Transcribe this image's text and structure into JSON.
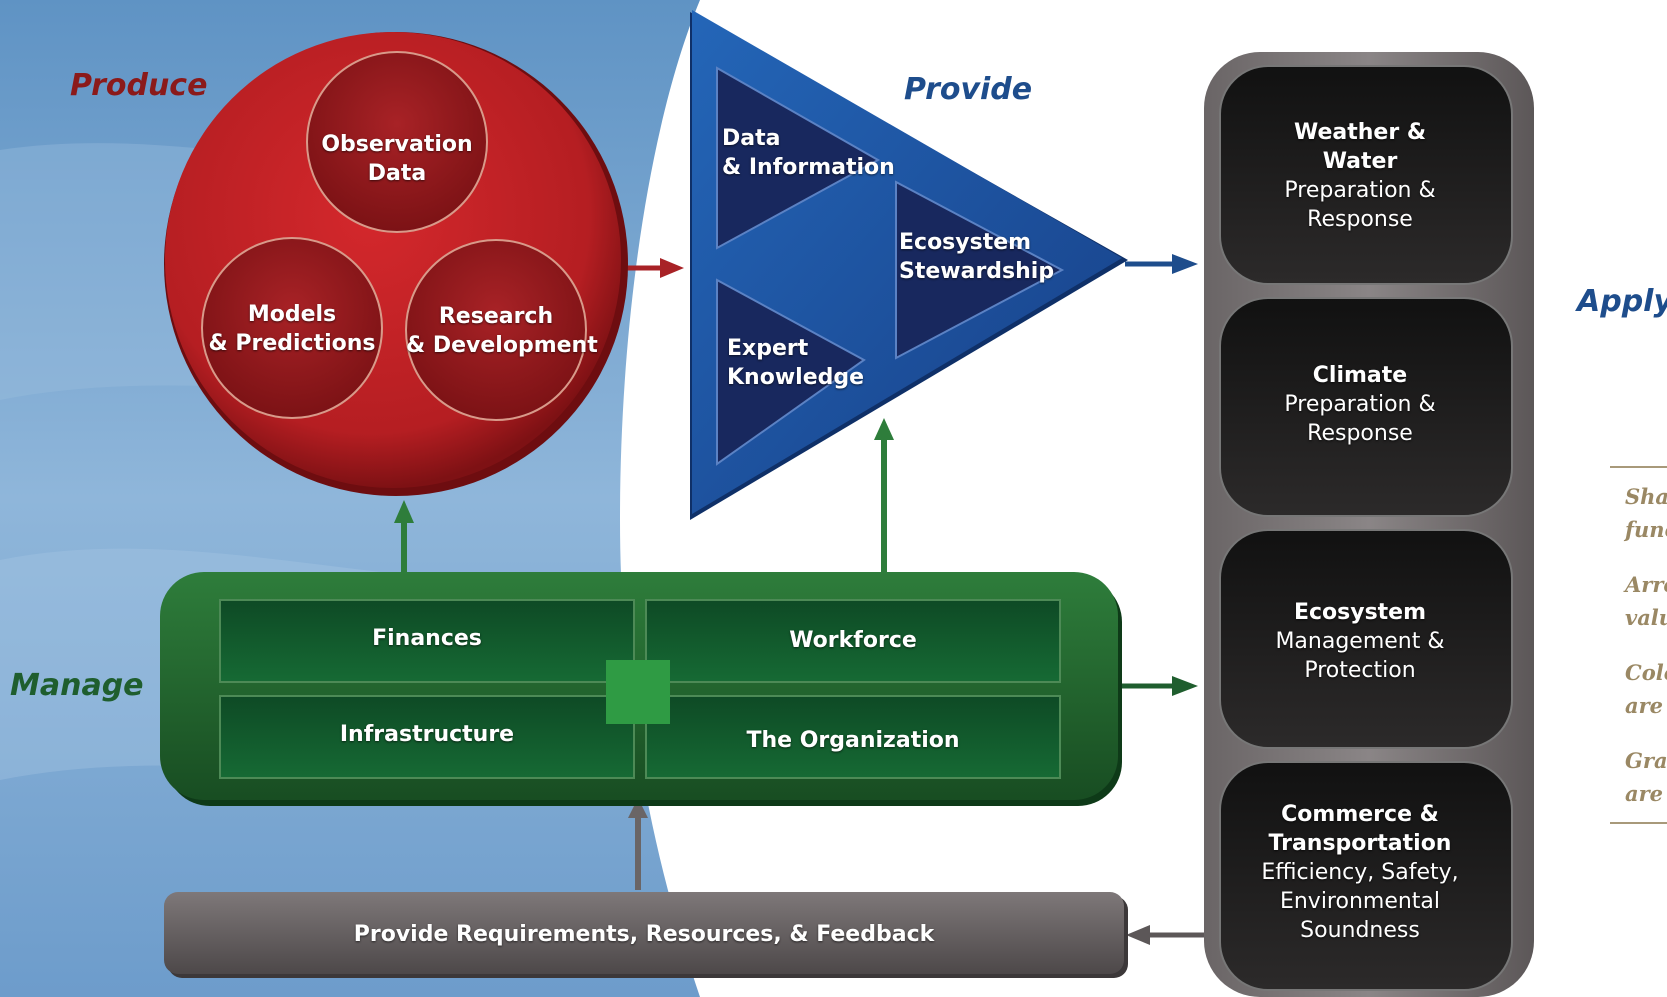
{
  "labels": {
    "produce": "Produce",
    "provide": "Provide",
    "apply": "Apply",
    "manage": "Manage"
  },
  "produce": {
    "observation_line1": "Observation",
    "observation_line2": "Data",
    "models_line1": "Models",
    "models_line2": "& Predictions",
    "research_line1": "Research",
    "research_line2": "& Development"
  },
  "provide": {
    "data_line1": "Data",
    "data_line2": "& Information",
    "ecosystem_line1": "Ecosystem",
    "ecosystem_line2": "Stewardship",
    "expert_line1": "Expert",
    "expert_line2": "Knowledge"
  },
  "apply": {
    "weather_line1": "Weather &",
    "weather_line2": "Water",
    "weather_line3": "Preparation &",
    "weather_line4": "Response",
    "climate_line1": "Climate",
    "climate_line2": "Preparation &",
    "climate_line3": "Response",
    "ecosystem_line1": "Ecosystem",
    "ecosystem_line2": "Management &",
    "ecosystem_line3": "Protection",
    "commerce_line1": "Commerce &",
    "commerce_line2": "Transportation",
    "commerce_line3": "Efficiency, Safety,",
    "commerce_line4": "Environmental",
    "commerce_line5": "Soundness"
  },
  "manage": {
    "finances": "Finances",
    "workforce": "Workforce",
    "infrastructure": "Infrastructure",
    "organization": "The Organization"
  },
  "feedback": "Provide Requirements, Resources, & Feedback",
  "legend_notes": [
    {
      "line1": "Sha",
      "line2": "func"
    },
    {
      "line1": "Arro",
      "line2": "valu"
    },
    {
      "line1": "Colo",
      "line2": "are"
    },
    {
      "line1": "Gra",
      "line2": "are"
    }
  ],
  "colors": {
    "produce": "#8b1a1a",
    "provide": "#1e4d8c",
    "manage": "#1f5e2e",
    "apply": "#1a1a1a"
  }
}
